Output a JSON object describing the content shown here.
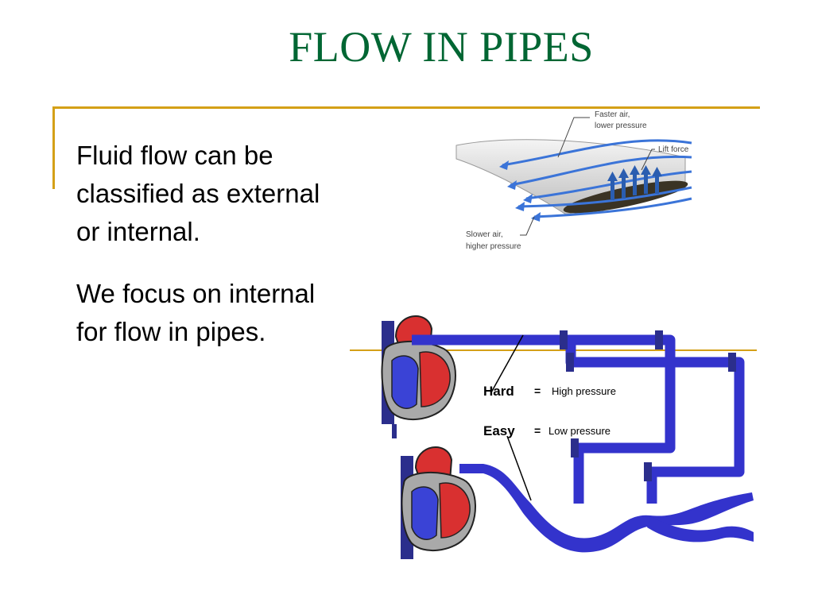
{
  "slide": {
    "title": "FLOW IN PIPES",
    "paragraphs": [
      "Fluid flow can be classified as external or internal.",
      "We focus on internal for flow in pipes."
    ]
  },
  "wing_figure": {
    "label_top_line1": "Faster air,",
    "label_top_line2": "lower pressure",
    "label_lift": "Lift force",
    "label_bottom_line1": "Slower air,",
    "label_bottom_line2": "higher pressure"
  },
  "heart_figure": {
    "hard_word": "Hard",
    "hard_eq": "=",
    "hard_desc": "High pressure",
    "easy_word": "Easy",
    "easy_eq": "=",
    "easy_desc": "Low pressure"
  },
  "colors": {
    "title": "#006633",
    "rule": "#d4a017",
    "pipe": "#3333cc",
    "heart_red": "#d93030",
    "airflow": "#3b74d8"
  }
}
